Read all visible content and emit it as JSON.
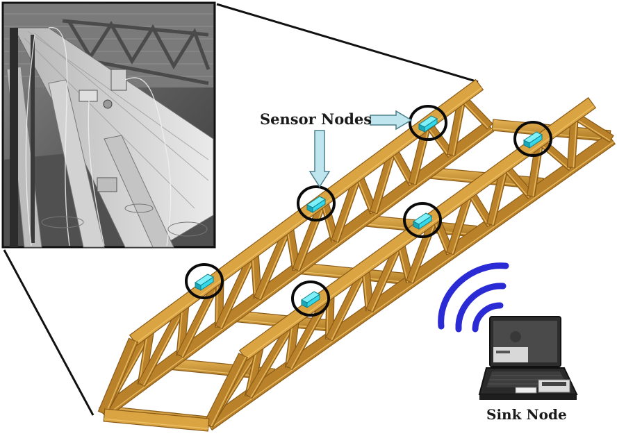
{
  "labels": {
    "sensor_nodes": "Sensor Nodes",
    "sink_node": "Sink Node"
  },
  "colors": {
    "wood_light": "#d9a441",
    "wood_mid": "#b9822a",
    "wood_dark": "#8a5a18",
    "sensor": "#35d8e8",
    "sensor_dark": "#1aa9b8",
    "signal": "#2b2bd6",
    "arrow_fill": "#bfe6ee",
    "arrow_stroke": "#4a7f8a"
  },
  "icons": {
    "photo": "photo-of-laboratory-truss-bridge",
    "laptop": "laptop-icon",
    "wireless": "wireless-signal-icon",
    "sensor": "sensor-box-icon"
  }
}
